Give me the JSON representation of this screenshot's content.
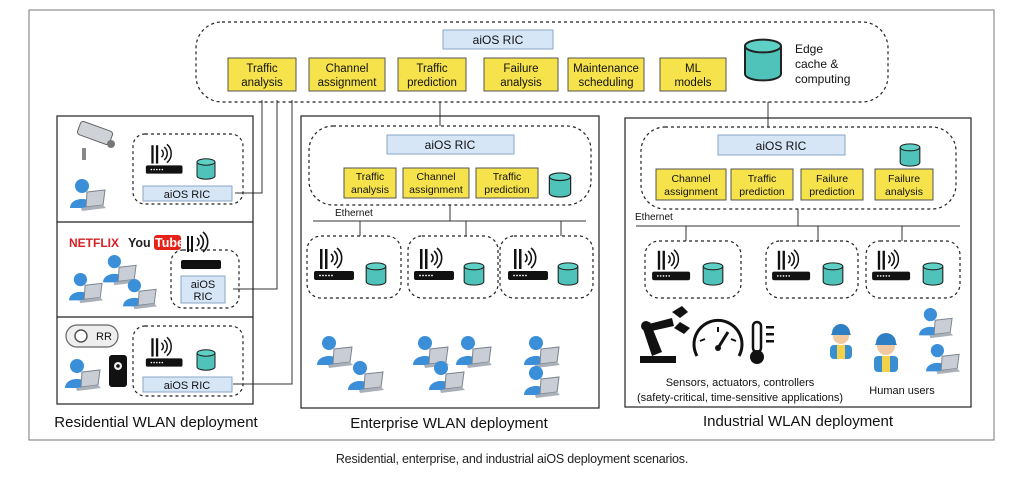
{
  "top_ric": {
    "title": "aiOS RIC",
    "functions": [
      "Traffic analysis",
      "Channel assignment",
      "Traffic prediction",
      "Failure analysis",
      "Maintenance scheduling",
      "ML models"
    ],
    "edge_label": "Edge cache & computing"
  },
  "residential": {
    "label": "Residential WLAN deployment",
    "ric_label": "aiOS RIC",
    "ric_label_split": [
      "aiOS",
      "RIC"
    ],
    "logos": {
      "netflix": "NETFLIX",
      "youtube": "YouTube"
    },
    "rr_label": "RR"
  },
  "enterprise": {
    "label": "Enterprise WLAN deployment",
    "ric_title": "aiOS RIC",
    "functions": [
      "Traffic analysis",
      "Channel assignment",
      "Traffic prediction"
    ],
    "ethernet_label": "Ethernet"
  },
  "industrial": {
    "label": "Industrial WLAN deployment",
    "ric_title": "aiOS RIC",
    "functions": [
      "Channel assignment",
      "Traffic prediction",
      "Failure prediction",
      "Failure analysis"
    ],
    "ethernet_label": "Ethernet",
    "sensors_label": [
      "Sensors, actuators, controllers",
      "(safety-critical, time-sensitive applications)"
    ],
    "humans_label": "Human users"
  },
  "caption": "Residential, enterprise, and industrial aiOS deployment scenarios.",
  "colors": {
    "func_box": "#f6e34c",
    "ric_box": "#d6e6f7",
    "cylinder": "#4fc3b9",
    "user": "#3b8ed8"
  }
}
